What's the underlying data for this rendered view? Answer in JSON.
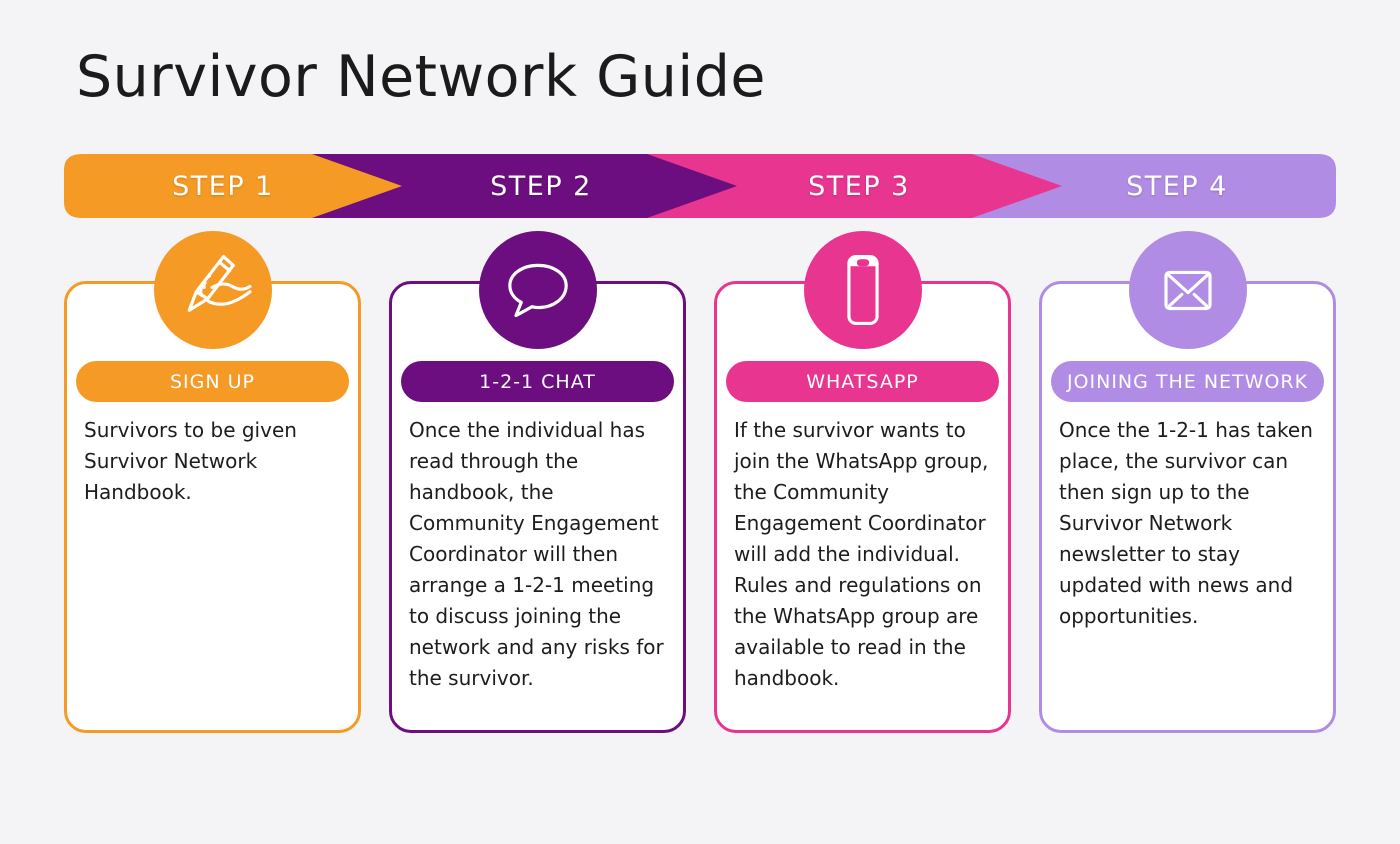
{
  "title": "Survivor Network Guide",
  "colors": {
    "background": "#F4F3F5",
    "card_background": "#FFFFFF",
    "body_text": "#1D1D1D",
    "banner_text": "#FFFFFF"
  },
  "steps": [
    {
      "step_label": "STEP 1",
      "color": "#F59A24",
      "pill": "SIGN UP",
      "icon": "writing-hand-icon",
      "body": "Survivors to be given Survivor Network Handbook."
    },
    {
      "step_label": "STEP 2",
      "color": "#6C0E80",
      "pill": "1-2-1 CHAT",
      "icon": "speech-bubble-icon",
      "body": "Once the individual has read through the handbook, the Community Engagement Coordinator will then arrange a 1-2-1 meeting to discuss joining the network and any risks for the survivor."
    },
    {
      "step_label": "STEP 3",
      "color": "#E8358F",
      "pill": "WHATSAPP",
      "icon": "smartphone-icon",
      "body": "If the survivor wants to join the WhatsApp group, the Community Engagement Coordinator will add the individual. Rules and regulations on the WhatsApp group are available to read in the handbook."
    },
    {
      "step_label": "STEP 4",
      "color": "#B18CE4",
      "pill": "JOINING THE NETWORK",
      "icon": "envelope-icon",
      "body": "Once the 1-2-1 has taken place, the survivor can then sign up to the Survivor Network newsletter to stay updated with news and opportunities."
    }
  ]
}
